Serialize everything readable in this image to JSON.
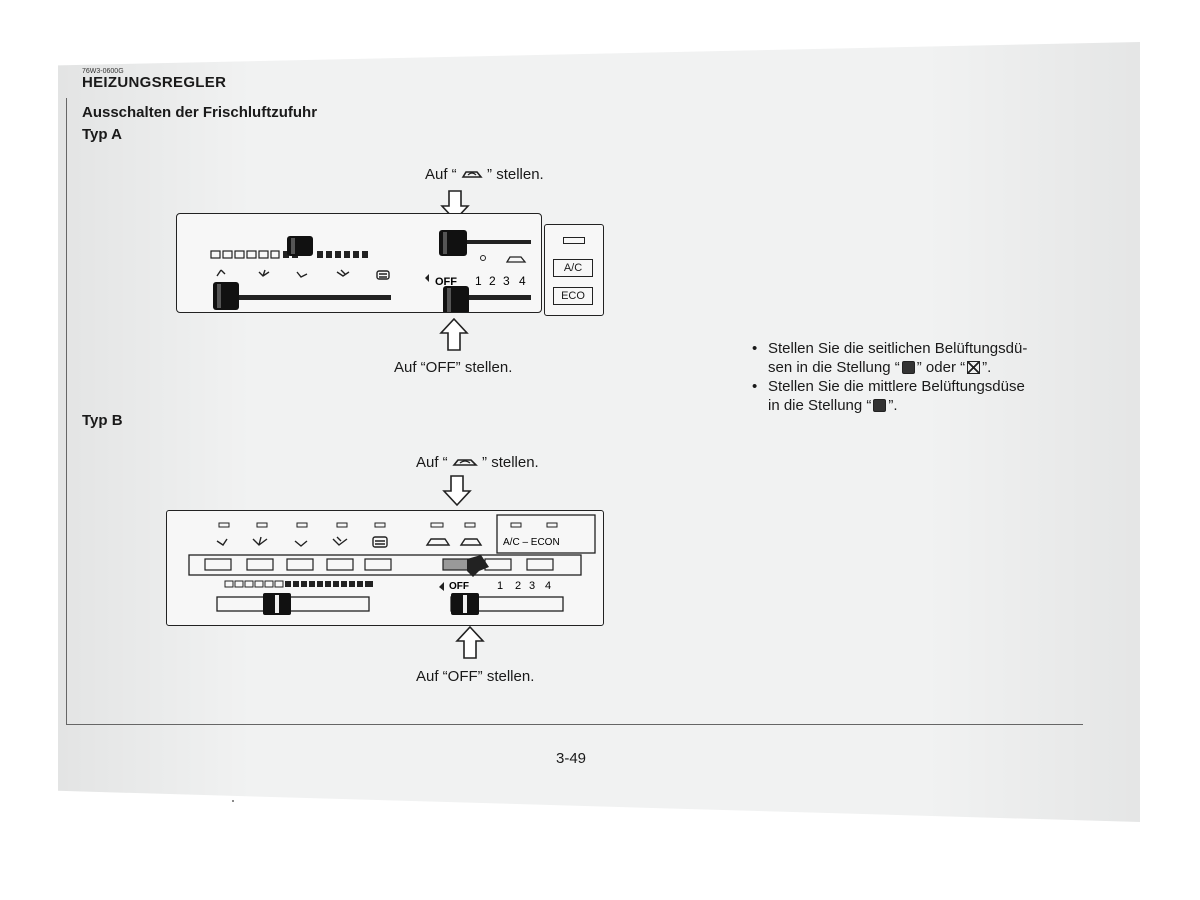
{
  "page": {
    "doc_code": "76W3-0600G",
    "section_title": "HEIZUNGSREGLER",
    "subsection_title": "Ausschalten der Frischluftzufuhr",
    "page_number": "3-49"
  },
  "type_a": {
    "label": "Typ A",
    "caption_top_pre": "Auf “",
    "caption_top_post": "” stellen.",
    "caption_bottom": "Auf “OFF” stellen.",
    "fan_labels": [
      "OFF",
      "1",
      "2",
      "3",
      "4"
    ],
    "ac_button": "A/C",
    "eco_button": "ECO",
    "icon": "recirculation-icon"
  },
  "type_b": {
    "label": "Typ B",
    "caption_top_pre": "Auf “",
    "caption_top_post": "” stellen.",
    "caption_bottom": "Auf “OFF” stellen.",
    "fan_labels": [
      "OFF",
      "1",
      "2",
      "3",
      "4"
    ],
    "ac_econ_label": "A/C – ECON",
    "icon": "recirculation-icon"
  },
  "bullets": {
    "item1_a": "Stellen Sie die seitlichen Belüftungsdü-",
    "item1_b_pre": "sen in die Stellung “",
    "item1_b_mid": "” oder “",
    "item1_b_post": "”.",
    "item2_a": "Stellen Sie die mittlere Belüftungsdüse",
    "item2_b_pre": "in die Stellung “",
    "item2_b_post": "”."
  }
}
